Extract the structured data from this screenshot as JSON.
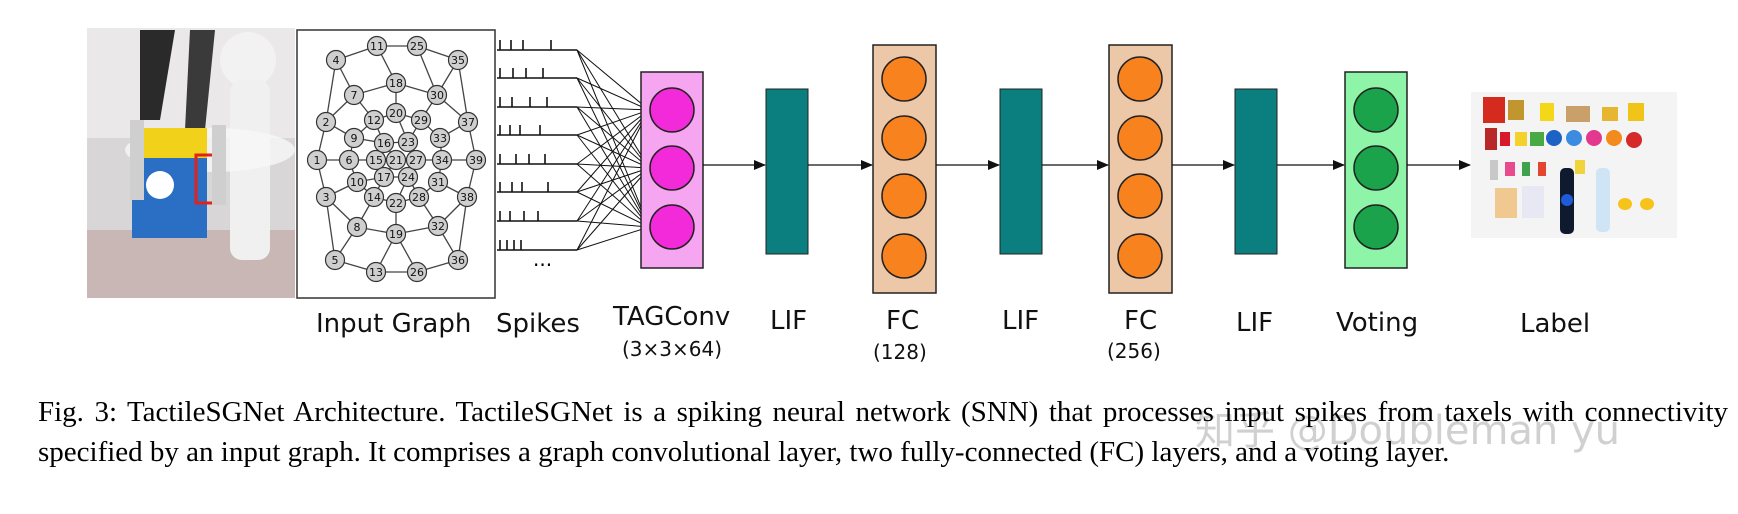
{
  "labels": {
    "input_graph": "Input Graph",
    "spikes": "Spikes",
    "tagconv": "TAGConv",
    "tagconv_dims": "(3×3×64)",
    "lif1": "LIF",
    "fc1": "FC",
    "fc1_dims": "(128)",
    "lif2": "LIF",
    "fc2": "FC",
    "fc2_dims": "(256)",
    "lif3": "LIF",
    "voting": "Voting",
    "label": "Label",
    "ellipsis": "..."
  },
  "graph_nodes": [
    "1",
    "2",
    "3",
    "4",
    "5",
    "6",
    "7",
    "8",
    "9",
    "10",
    "11",
    "12",
    "13",
    "14",
    "15",
    "16",
    "17",
    "18",
    "19",
    "20",
    "21",
    "22",
    "23",
    "24",
    "25",
    "26",
    "27",
    "28",
    "29",
    "30",
    "31",
    "32",
    "33",
    "34",
    "35",
    "36",
    "37",
    "38",
    "39"
  ],
  "caption": "Fig. 3: TactileSGNet Architecture. TactileSGNet is a spiking neural network (SNN) that processes input spikes from taxels with connectivity specified by an input graph. It comprises a graph convolutional layer, two fully-connected (FC) layers, and a voting layer.",
  "watermark": "知乎 @Doubleman yu",
  "colors": {
    "tagconv_fill": "#f6a6f0",
    "tagconv_node": "#f22ad9",
    "lif": "#0b7f7f",
    "fc_fill": "#ecc7a8",
    "fc_node": "#f7821e",
    "voting_fill": "#8ef5a8",
    "voting_node": "#1aa34a"
  }
}
